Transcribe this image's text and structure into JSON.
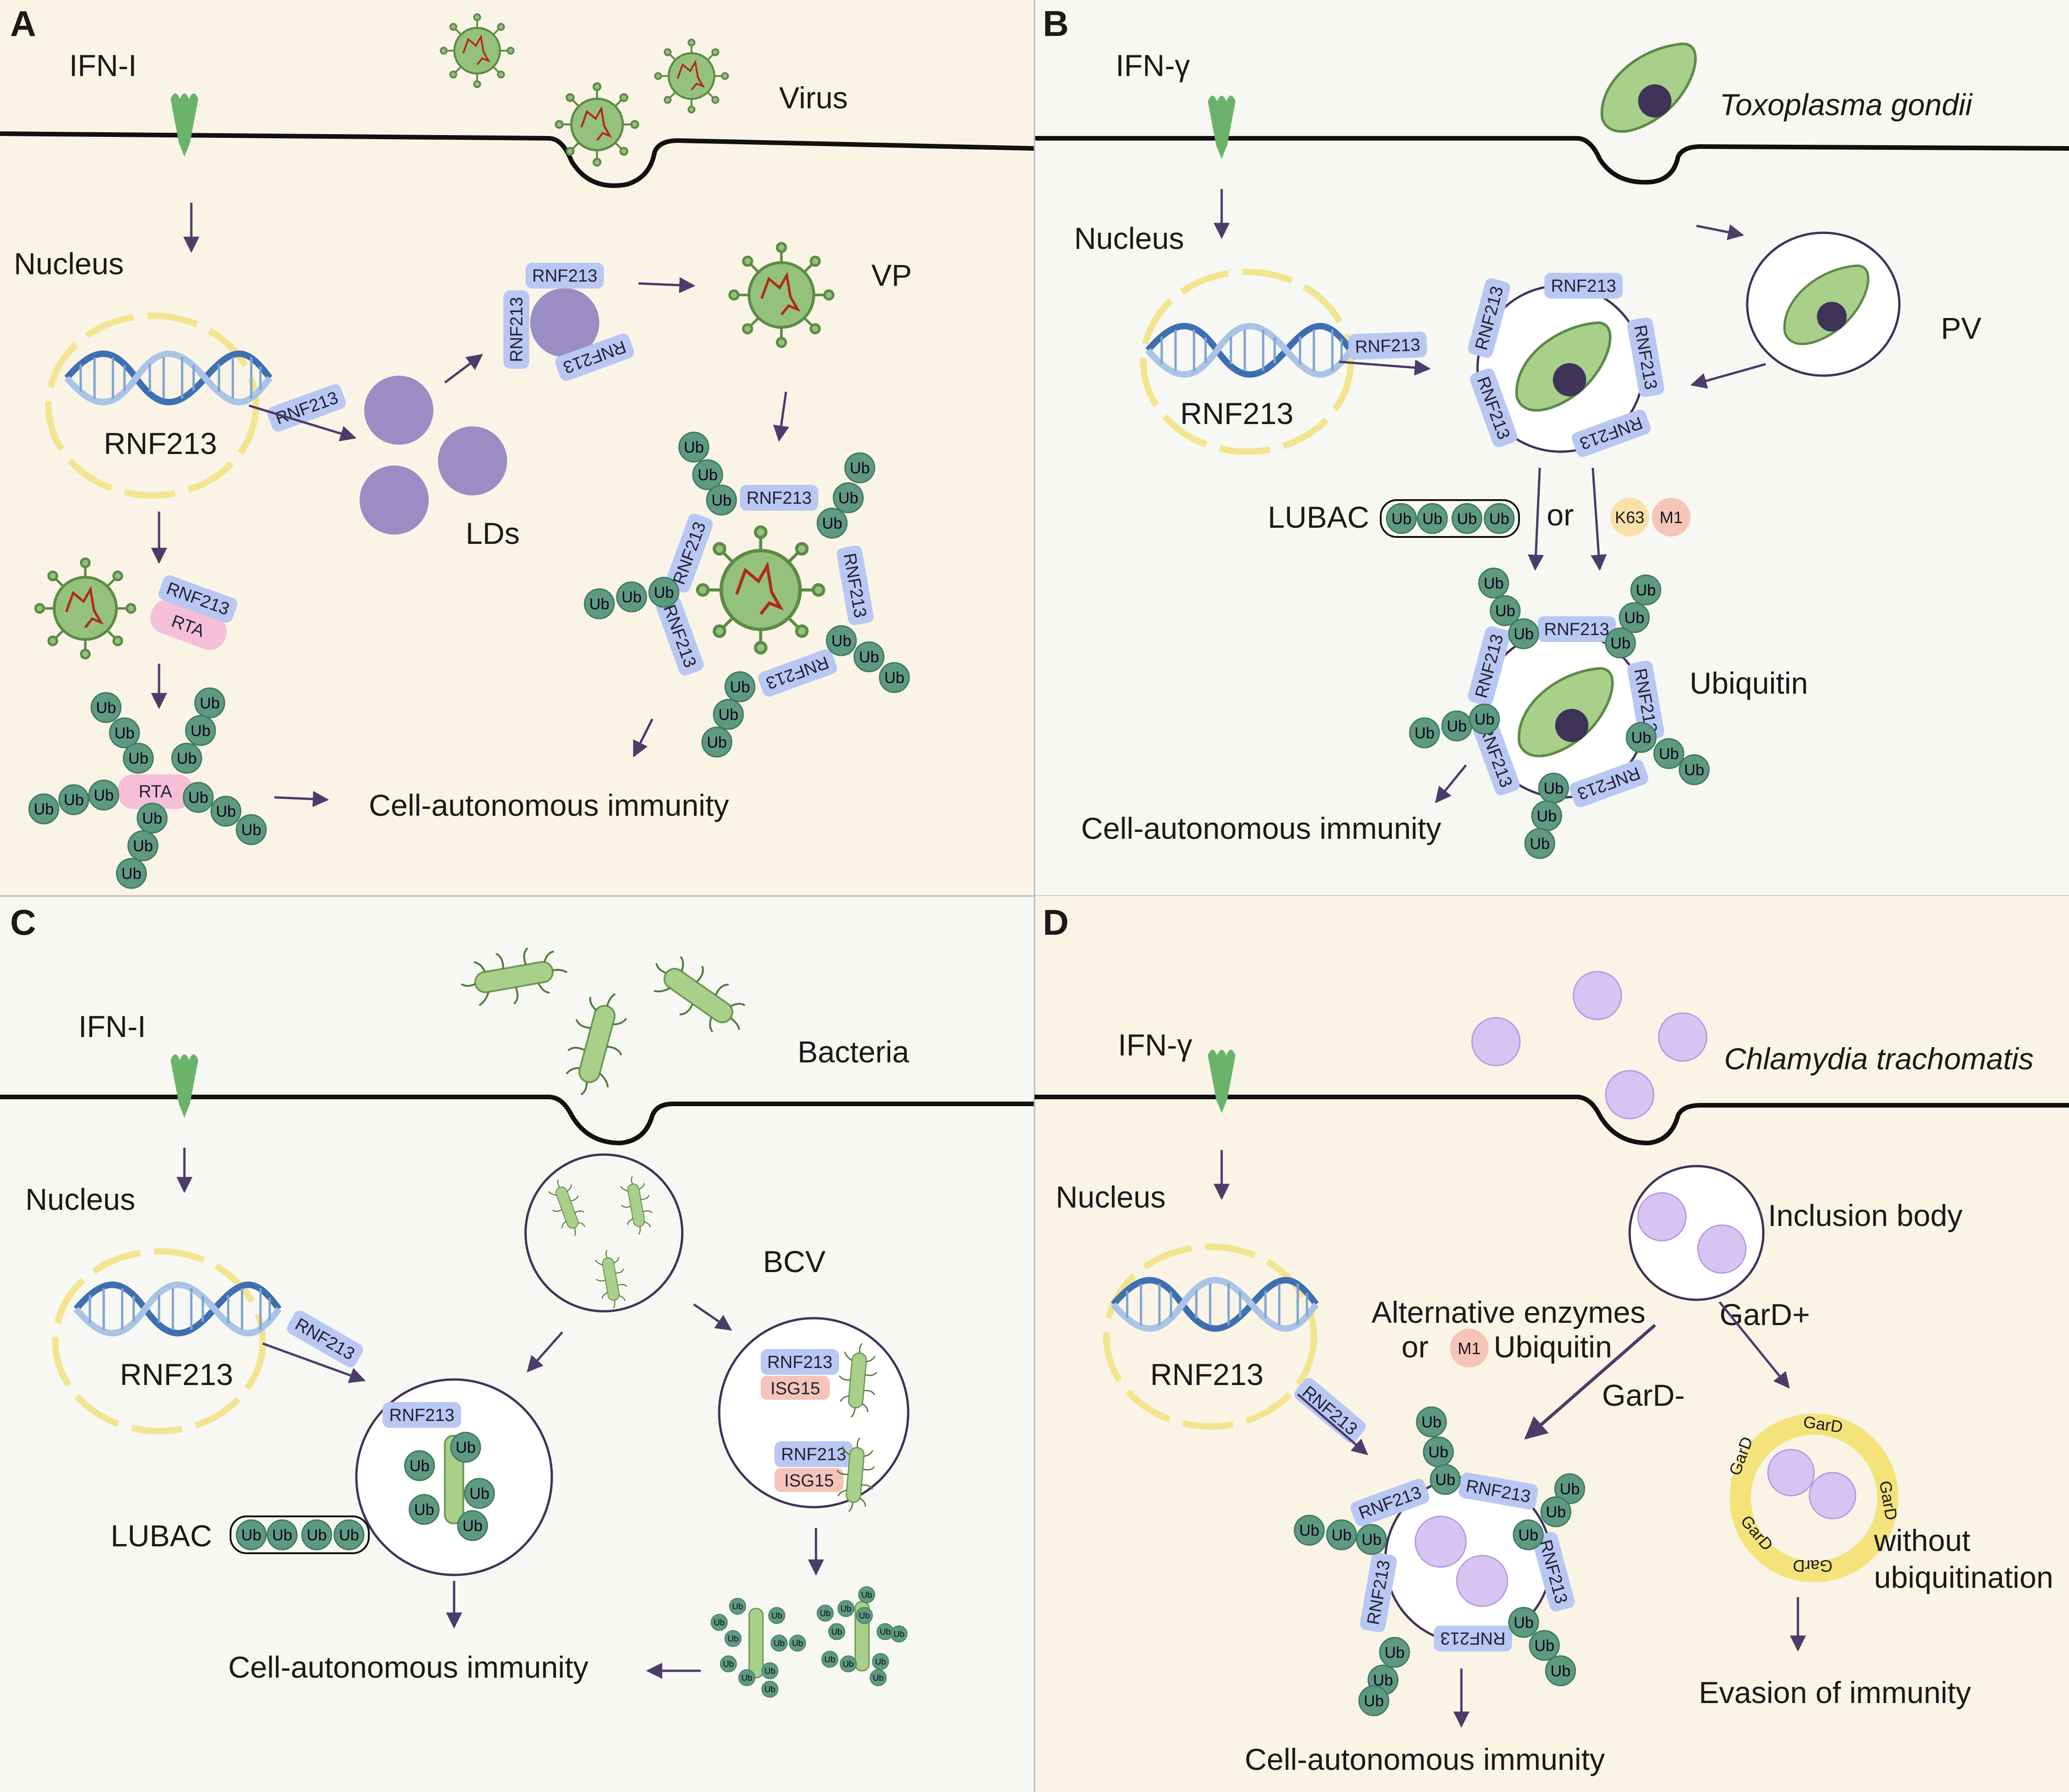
{
  "colors": {
    "panel_a_bg": "#f9f4e6",
    "panel_b_bg": "#f7f8f3",
    "panel_c_bg": "#f7f8f3",
    "panel_d_bg": "#f9f4e6",
    "membrane": "#111111",
    "receptor": "#6bb36b",
    "nucleus": "#f3e48f",
    "dna_a": "#3e6fb0",
    "dna_b": "#a9c4e6",
    "rnf_tag": "#b9c7f3",
    "rta_tag": "#f5bfd8",
    "isg_tag": "#f6c4b8",
    "ub": "#5d9a80",
    "ld": "#9a8dc4",
    "virus": "#94c27d",
    "parasite": "#a9d08b",
    "chlamydia": "#d8c4f2",
    "gard": "#f4e37a",
    "arrow": "#4b3c6a"
  },
  "panels": {
    "a": {
      "letter": "A",
      "signal": "IFN-I",
      "pathogen": "Virus",
      "nucleus": "Nucleus",
      "gene": "RNF213",
      "rnf": "RNF213",
      "rta": "RTA",
      "lds": "LDs",
      "vp": "VP",
      "ub": "Ub",
      "outcome": "Cell-autonomous immunity"
    },
    "b": {
      "letter": "B",
      "signal": "IFN-γ",
      "pathogen": "Toxoplasma gondii",
      "nucleus": "Nucleus",
      "gene": "RNF213",
      "rnf": "RNF213",
      "pv": "PV",
      "lubac": "LUBAC",
      "or": "or",
      "k63": "K63",
      "m1": "M1",
      "ubiquitin": "Ubiquitin",
      "ub": "Ub",
      "outcome": "Cell-autonomous immunity"
    },
    "c": {
      "letter": "C",
      "signal": "IFN-I",
      "pathogen": "Bacteria",
      "nucleus": "Nucleus",
      "gene": "RNF213",
      "rnf": "RNF213",
      "bcv": "BCV",
      "isg15": "ISG15",
      "lubac": "LUBAC",
      "ub": "Ub",
      "outcome": "Cell-autonomous immunity"
    },
    "d": {
      "letter": "D",
      "signal": "IFN-γ",
      "pathogen": "Chlamydia trachomatis",
      "nucleus": "Nucleus",
      "gene": "RNF213",
      "rnf": "RNF213",
      "inclusion": "Inclusion body",
      "alt_enzymes": "Alternative enzymes",
      "or": "or",
      "m1": "M1",
      "ubiquitin_word": "Ubiquitin",
      "gard_plus": "GarD+",
      "gard_minus": "GarD-",
      "gard": "GarD",
      "without_1": "without",
      "without_2": "ubiquitination",
      "evasion": "Evasion of immunity",
      "ub": "Ub",
      "outcome": "Cell-autonomous immunity"
    }
  }
}
